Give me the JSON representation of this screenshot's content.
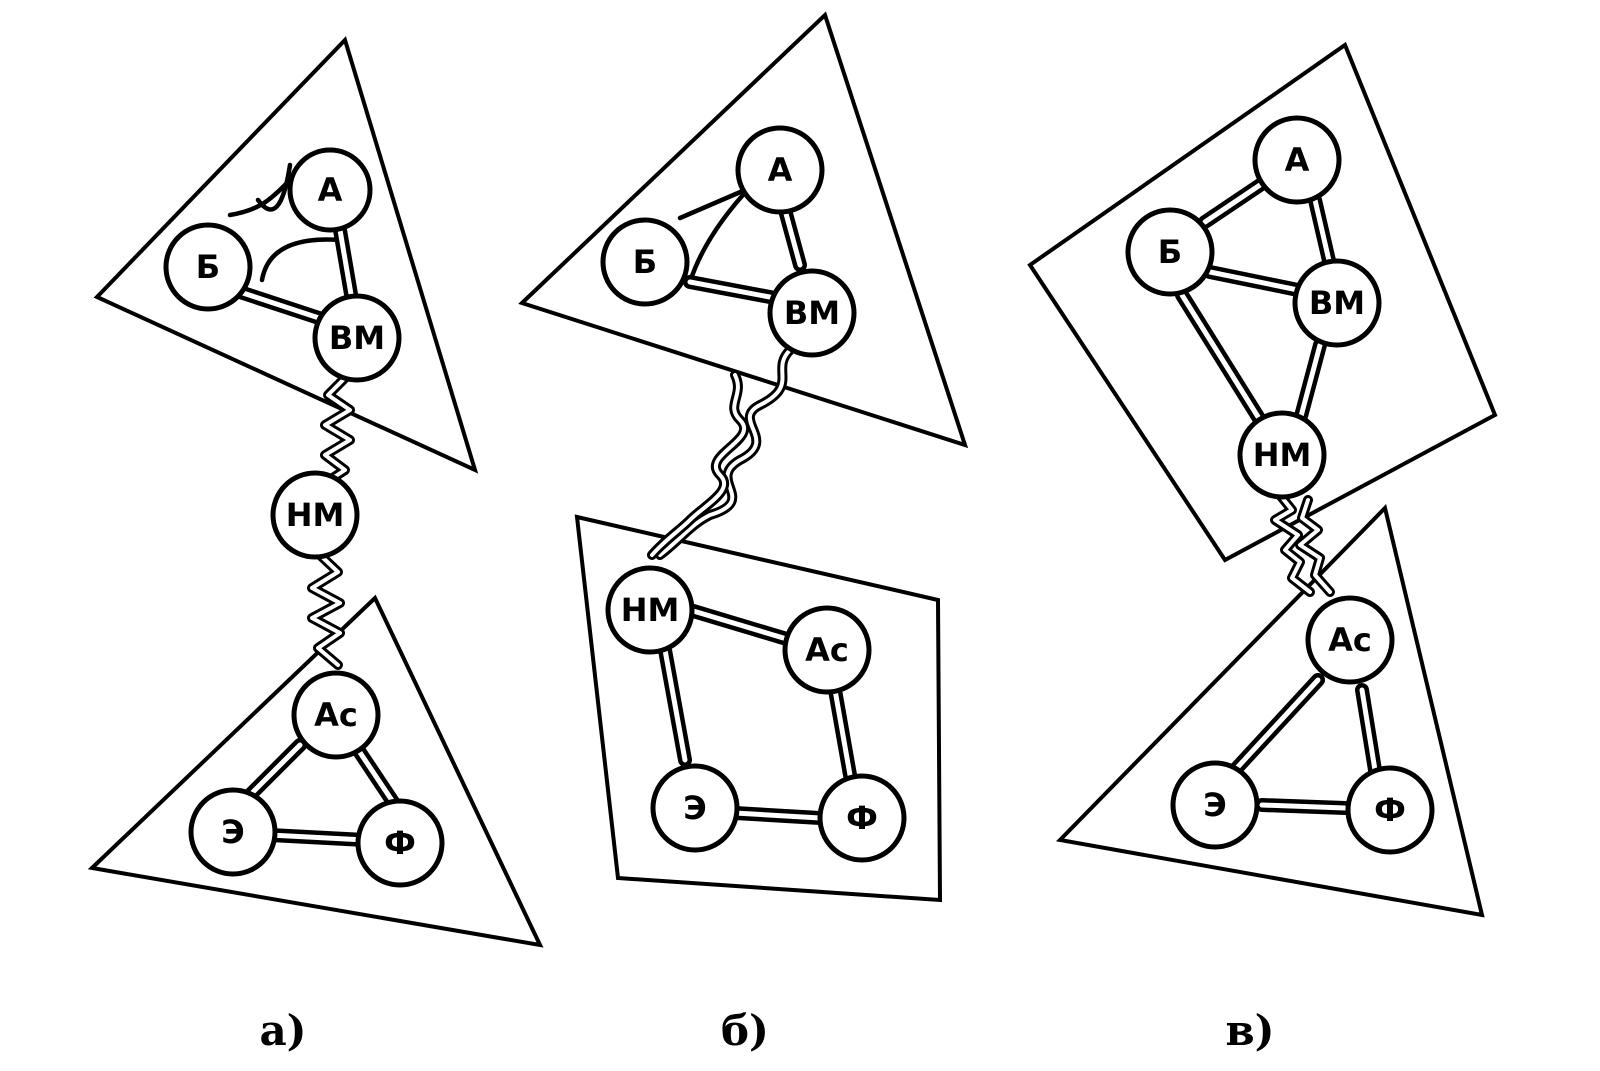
{
  "nodes": {
    "a": "А",
    "b": "Б",
    "vm": "ВМ",
    "nm": "НМ",
    "as": "Ас",
    "e": "Э",
    "f": "Ф"
  },
  "panel_labels": {
    "a": "а)",
    "b": "б)",
    "v": "в)"
  }
}
